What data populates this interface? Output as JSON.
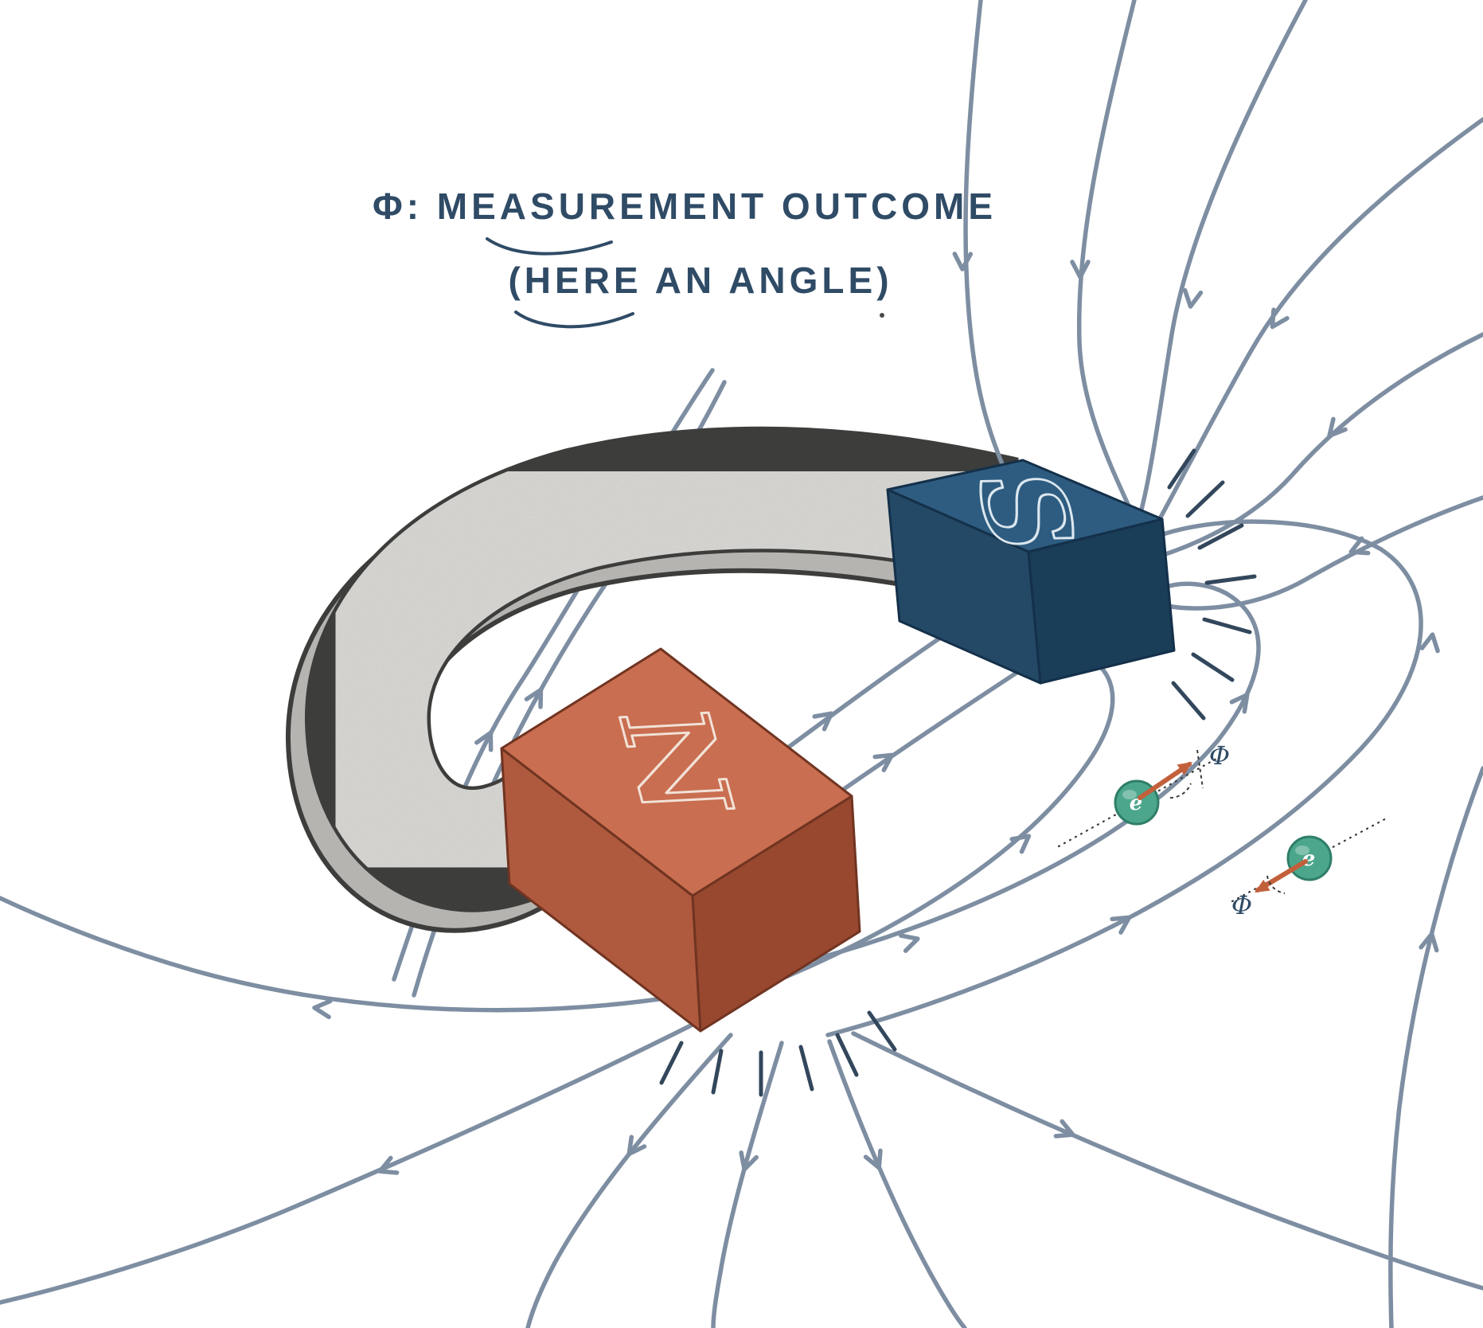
{
  "title": {
    "line1": "Φ: MEASUREMENT OUTCOME",
    "line2": "(HERE AN ANGLE)"
  },
  "magnet": {
    "south_label": "S",
    "north_label": "N"
  },
  "electrons": [
    {
      "symbol": "e",
      "angle_label": "Φ"
    },
    {
      "symbol": "e",
      "angle_label": "Φ"
    }
  ],
  "colors": {
    "field_line": "#7E8EA2",
    "outline": "#3D3D3B",
    "magnet_light": "#DBDAD7",
    "magnet_side": "#B5B4B1",
    "south_top": "#2E5C80",
    "south_front": "#244966",
    "south_side": "#1A3D58",
    "south_outline": "#14304A",
    "north_top": "#C96E50",
    "north_front": "#AF5A3E",
    "north_side": "#98482F",
    "north_outline": "#703421",
    "electron_fill": "#4BA68C",
    "electron_stroke": "#2F7E68",
    "spin_arrow": "#C2603C",
    "ink": "#2F4B66",
    "pole_tick": "#33475C",
    "axis_dot": "#3A3A3A",
    "letter_s": "#DCE7EF",
    "letter_n": "#F2E2D8"
  }
}
